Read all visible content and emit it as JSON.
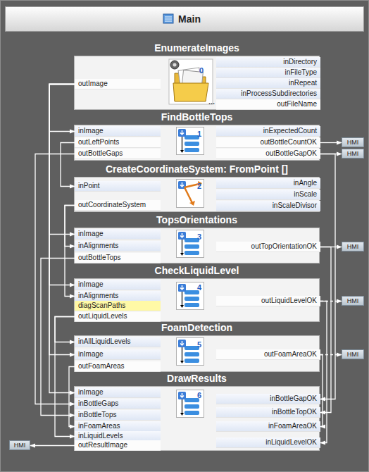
{
  "diagram": {
    "title": "Main",
    "nodes": [
      {
        "text": [
          "Main"
        ]
      },
      {
        "text": [
          "EnumerateImages"
        ],
        "in": 0
      },
      {
        "text": [
          "outImage"
        ],
        "in": 1
      },
      {
        "text": [
          "inDirectory"
        ],
        "in": 1
      },
      {
        "text": [
          "inFileType"
        ],
        "in": 1
      },
      {
        "text": [
          "inRepeat"
        ],
        "in": 1
      },
      {
        "text": [
          "inProcessSubdirectories"
        ],
        "in": 1
      },
      {
        "text": [
          "outFileName"
        ],
        "in": 1
      },
      {
        "text": [
          "FindBottleTops"
        ],
        "in": 0
      },
      {
        "text": [
          "inImage"
        ],
        "in": 8
      },
      {
        "text": [
          "outLeftPoints"
        ],
        "in": 8
      },
      {
        "text": [
          "outBottleGaps"
        ],
        "in": 8
      },
      {
        "text": [
          "inExpectedCount"
        ],
        "in": 8
      },
      {
        "text": [
          "outBottleCountOK"
        ],
        "in": 8
      },
      {
        "text": [
          "outBottleGapOK"
        ],
        "in": 8
      },
      {
        "text": [
          "CreateCoordinateSystem: FromPoint []"
        ],
        "in": 0
      },
      {
        "text": [
          "inPoint"
        ],
        "in": 15
      },
      {
        "text": [
          "outCoordinateSystem"
        ],
        "in": 15
      },
      {
        "text": [
          "inAngle"
        ],
        "in": 15
      },
      {
        "text": [
          "inScale"
        ],
        "in": 15
      },
      {
        "text": [
          "inScaleDivisor"
        ],
        "in": 15
      },
      {
        "text": [
          "TopsOrientations"
        ],
        "in": 0
      },
      {
        "text": [
          "inImage"
        ],
        "in": 21
      },
      {
        "text": [
          "inAlignments"
        ],
        "in": 21
      },
      {
        "text": [
          "outBottleTops"
        ],
        "in": 21
      },
      {
        "text": [
          "outTopOrientationOK"
        ],
        "in": 21
      },
      {
        "text": [
          "CheckLiquidLevel"
        ],
        "in": 0
      },
      {
        "text": [
          "inImage"
        ],
        "in": 26
      },
      {
        "text": [
          "inAlignments"
        ],
        "in": 26
      },
      {
        "text": [
          "diagScanPaths"
        ],
        "in": 26
      },
      {
        "text": [
          "outLiquidLevels"
        ],
        "in": 26
      },
      {
        "text": [
          "outLiquidLevelOK"
        ],
        "in": 26
      },
      {
        "text": [
          "FoamDetection"
        ],
        "in": 0
      },
      {
        "text": [
          "inAllLiquidLevels"
        ],
        "in": 32
      },
      {
        "text": [
          "inImage"
        ],
        "in": 32
      },
      {
        "text": [
          "outFoamAreas"
        ],
        "in": 32
      },
      {
        "text": [
          "outFoamAreaOK"
        ],
        "in": 32
      },
      {
        "text": [
          "DrawResults"
        ],
        "in": 0
      },
      {
        "text": [
          "inImage"
        ],
        "in": 37
      },
      {
        "text": [
          "inBottleGaps"
        ],
        "in": 37
      },
      {
        "text": [
          "inBottleTops"
        ],
        "in": 37
      },
      {
        "text": [
          "inFoamAreas"
        ],
        "in": 37
      },
      {
        "text": [
          "inLiquidLevels"
        ],
        "in": 37
      },
      {
        "text": [
          "outResultImage"
        ],
        "in": 37
      },
      {
        "text": [
          "inBottleGapOK"
        ],
        "in": 37
      },
      {
        "text": [
          "inBottleTopOK"
        ],
        "in": 37
      },
      {
        "text": [
          "inFoamAreaOK"
        ],
        "in": 37
      },
      {
        "text": [
          "inLiquidLevelOK"
        ],
        "in": 37
      },
      {
        "text": [
          "HMI"
        ],
        "in": 0
      },
      {
        "text": [
          "HMI"
        ],
        "in": 0
      },
      {
        "text": [
          "HMI"
        ],
        "in": 0
      },
      {
        "text": [
          "HMI"
        ],
        "in": 0
      },
      {
        "text": [
          "HMI"
        ],
        "in": 0
      },
      {
        "text": [
          "HMI"
        ],
        "in": 0
      }
    ],
    "edges": [
      {
        "from": 2,
        "to": 9,
        "arrow": "to"
      },
      {
        "from": 2,
        "to": 22,
        "arrow": "to"
      },
      {
        "from": 2,
        "to": 27,
        "arrow": "to"
      },
      {
        "from": 2,
        "to": 34,
        "arrow": "to"
      },
      {
        "from": 2,
        "to": 38,
        "arrow": "to"
      },
      {
        "from": 10,
        "to": 16,
        "arrow": "to"
      },
      {
        "from": 11,
        "to": 39,
        "arrow": "to"
      },
      {
        "from": 13,
        "to": 48,
        "arrow": "to"
      },
      {
        "from": 14,
        "to": 49,
        "arrow": "to"
      },
      {
        "from": 14,
        "to": 44,
        "arrow": "to"
      },
      {
        "from": 17,
        "to": 23,
        "arrow": "to"
      },
      {
        "from": 17,
        "to": 28,
        "arrow": "to"
      },
      {
        "from": 24,
        "to": 40,
        "arrow": "to"
      },
      {
        "from": 25,
        "to": 50,
        "arrow": "to"
      },
      {
        "from": 25,
        "to": 45,
        "arrow": "to"
      },
      {
        "from": 30,
        "to": 33,
        "arrow": "to"
      },
      {
        "from": 30,
        "to": 42,
        "arrow": "to"
      },
      {
        "from": 31,
        "to": 51,
        "arrow": "to"
      },
      {
        "from": 31,
        "to": 47,
        "arrow": "to"
      },
      {
        "from": 35,
        "to": 41,
        "arrow": "to"
      },
      {
        "from": 36,
        "to": 52,
        "arrow": "to"
      },
      {
        "from": 36,
        "to": 46,
        "arrow": "to"
      },
      {
        "from": 43,
        "to": 53,
        "arrow": "to"
      }
    ],
    "labels": [
      "0",
      "...",
      "1",
      "2",
      "3",
      "4",
      "5",
      "6"
    ]
  }
}
